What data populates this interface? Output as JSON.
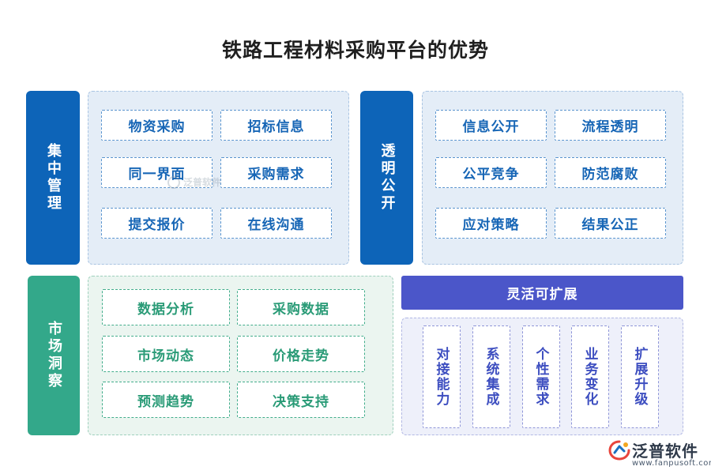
{
  "title": "铁路工程材料采购平台的优势",
  "sections": {
    "centralized": {
      "label": "集中管理",
      "items": [
        "物资采购",
        "招标信息",
        "同一界面",
        "采购需求",
        "提交报价",
        "在线沟通"
      ]
    },
    "transparent": {
      "label": "透明公开",
      "items": [
        "信息公开",
        "流程透明",
        "公平竞争",
        "防范腐败",
        "应对策略",
        "结果公正"
      ]
    },
    "market": {
      "label": "市场洞察",
      "items": [
        "数据分析",
        "采购数据",
        "市场动态",
        "价格走势",
        "预测趋势",
        "决策支持"
      ]
    },
    "flexible": {
      "label": "灵活可扩展",
      "items": [
        "对接能力",
        "系统集成",
        "个性需求",
        "业务变化",
        "扩展升级"
      ]
    }
  },
  "watermark": "泛普软件",
  "brand": {
    "name": "泛普软件",
    "url": "www.fanpusoft.com"
  },
  "colors": {
    "blue": "#0d64b8",
    "green": "#33a88a",
    "purple": "#4b56c9"
  }
}
